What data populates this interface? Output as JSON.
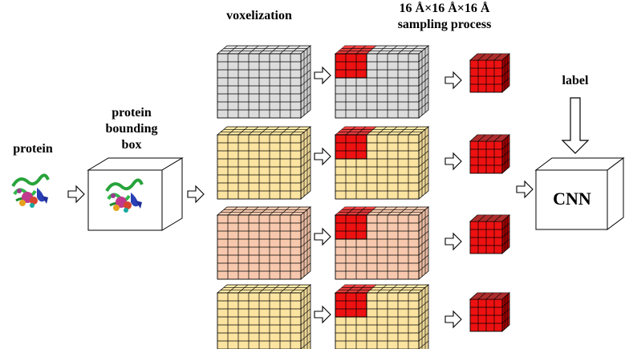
{
  "labels": {
    "protein": "protein",
    "bbox_line1": "protein",
    "bbox_line2": "bounding",
    "bbox_line3": "box",
    "voxelization": "voxelization",
    "sampling_line1": "16 Å×16 Å×16 Å",
    "sampling_line2": "sampling process",
    "label": "label",
    "cnn": "CNN"
  },
  "colors": {
    "row_fills": [
      "#dcdcdc",
      "#fbe3a0",
      "#f7c8ad",
      "#fbe3a0"
    ],
    "sample_red": "#ee1111",
    "sample_red_top": "#e83c3c",
    "sample_red_side": "#b50000",
    "grid_line": "#000000"
  },
  "icons": {
    "protein": "protein-ribbon-structure",
    "arrow": "hollow-right-arrow",
    "down_arrow": "hollow-down-arrow"
  },
  "voxel_rows": 4
}
